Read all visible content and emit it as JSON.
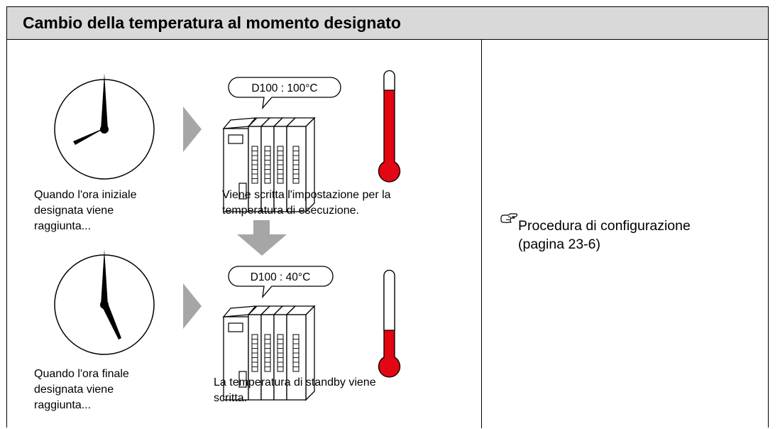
{
  "header": {
    "title": "Cambio della temperatura al momento designato"
  },
  "steps": [
    {
      "clock_caption": [
        "Quando l'ora iniziale",
        "designata viene",
        "raggiunta..."
      ],
      "bubble_text": "D100 : 100°C",
      "result_caption": [
        "Viene scritta l'impostazione per la",
        "temperatura di esecuzione."
      ]
    },
    {
      "clock_caption": [
        "Quando l'ora finale",
        "designata viene",
        "raggiunta..."
      ],
      "bubble_text": "D100 : 40°C",
      "result_caption": [
        "La temperatura di standby viene",
        "scritta."
      ]
    }
  ],
  "reference": {
    "icon": "pointing-hand-icon",
    "line1": "Procedura di configurazione",
    "line2": "(pagina 23-6)"
  },
  "colors": {
    "thermometer_red": "#e30613",
    "arrow_gray": "#a6a6a6",
    "header_bg": "#d9d9d9"
  }
}
